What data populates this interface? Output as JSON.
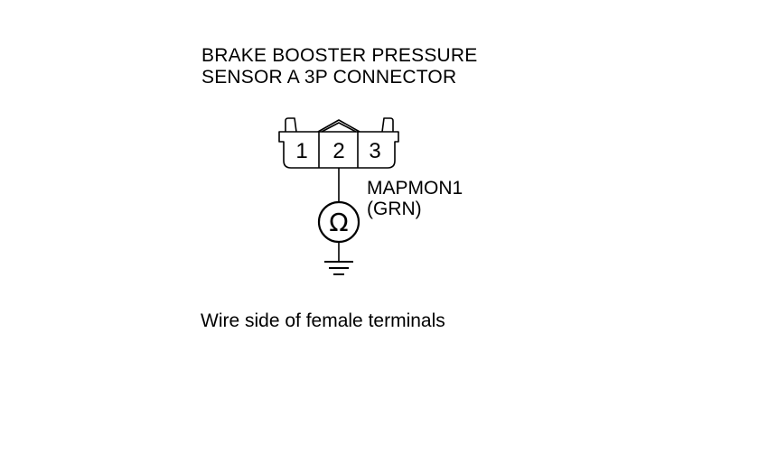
{
  "title": {
    "line1": "BRAKE BOOSTER PRESSURE",
    "line2": "SENSOR A 3P CONNECTOR"
  },
  "connector": {
    "pins": [
      "1",
      "2",
      "3"
    ]
  },
  "meter": {
    "symbol": "Ω",
    "icon": "ohmmeter-icon"
  },
  "wire": {
    "name": "MAPMON1",
    "color": "(GRN)"
  },
  "ground": {
    "icon": "ground-icon"
  },
  "caption": "Wire side of female terminals"
}
